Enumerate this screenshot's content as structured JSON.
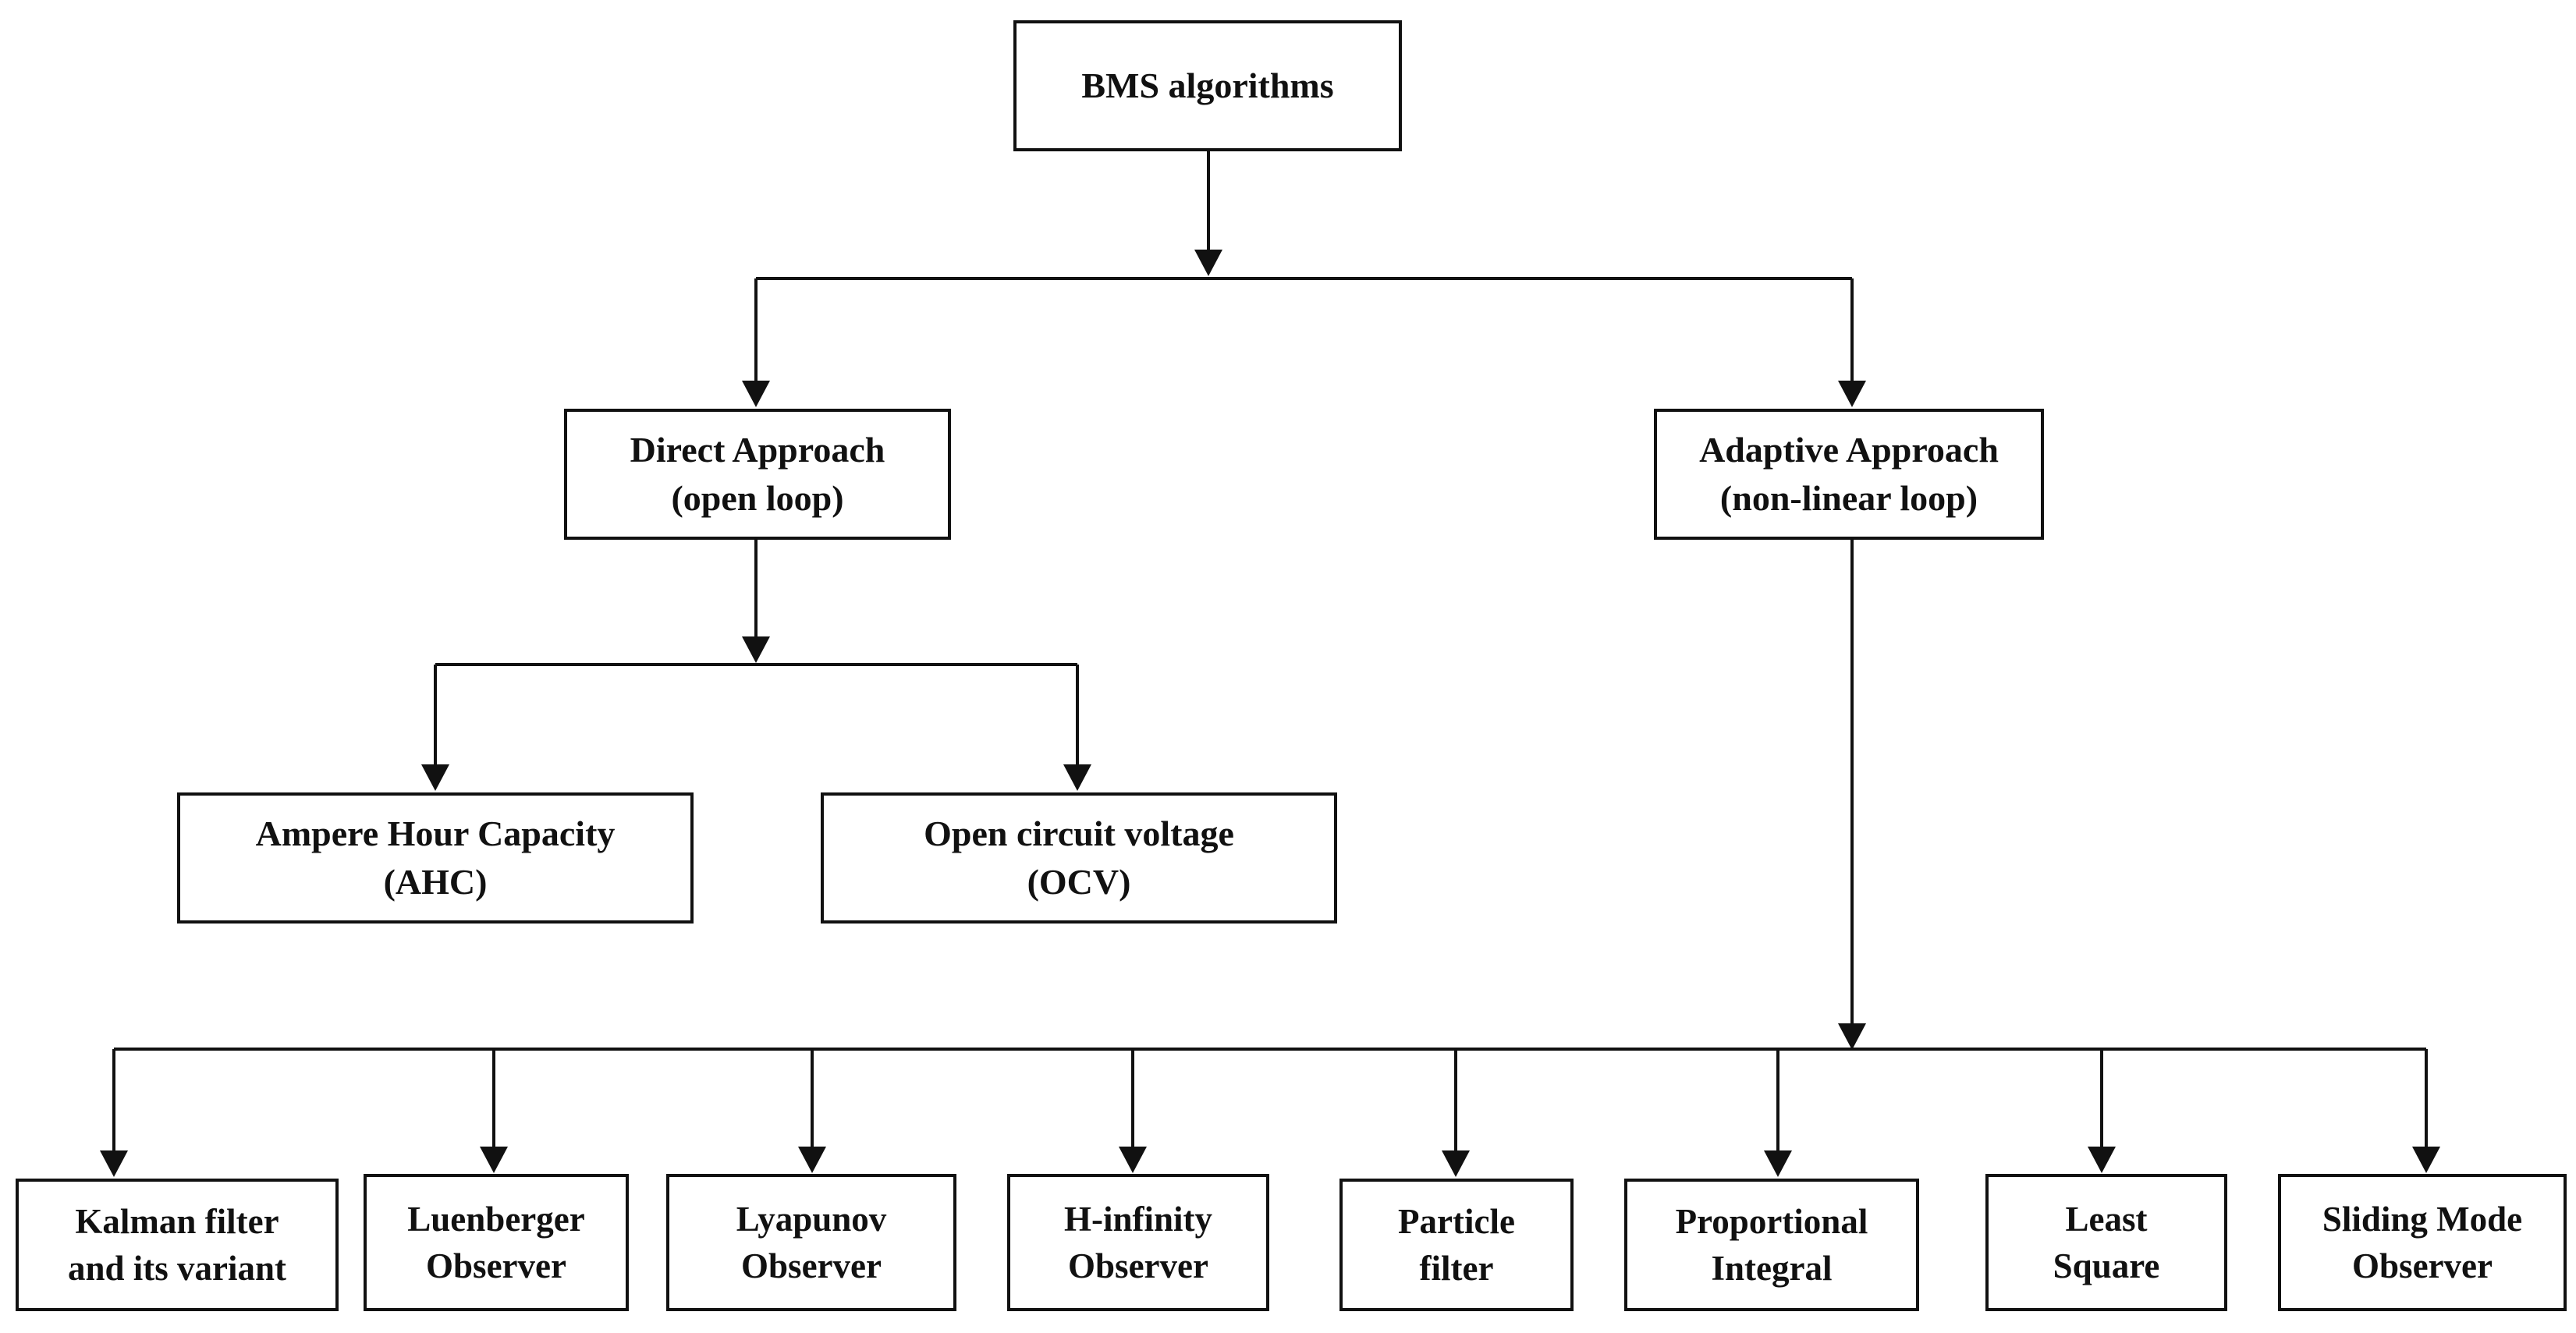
{
  "root": {
    "line1": "BMS algorithms"
  },
  "direct": {
    "line1": "Direct Approach",
    "line2": "(open loop)"
  },
  "adaptive": {
    "line1": "Adaptive Approach",
    "line2": "(non-linear loop)"
  },
  "ahc": {
    "line1": "Ampere Hour Capacity",
    "line2": "(AHC)"
  },
  "ocv": {
    "line1": "Open circuit voltage",
    "line2": "(OCV)"
  },
  "methods": [
    {
      "line1": "Kalman filter",
      "line2": "and its variant"
    },
    {
      "line1": "Luenberger",
      "line2": "Observer"
    },
    {
      "line1": "Lyapunov",
      "line2": "Observer"
    },
    {
      "line1": "H-infinity",
      "line2": "Observer"
    },
    {
      "line1": "Particle",
      "line2": "filter"
    },
    {
      "line1": "Proportional",
      "line2": "Integral"
    },
    {
      "line1": "Least",
      "line2": "Square"
    },
    {
      "line1": "Sliding Mode",
      "line2": "Observer"
    }
  ],
  "colors": {
    "line": "#111111",
    "box_border": "#111111",
    "background": "#ffffff"
  }
}
